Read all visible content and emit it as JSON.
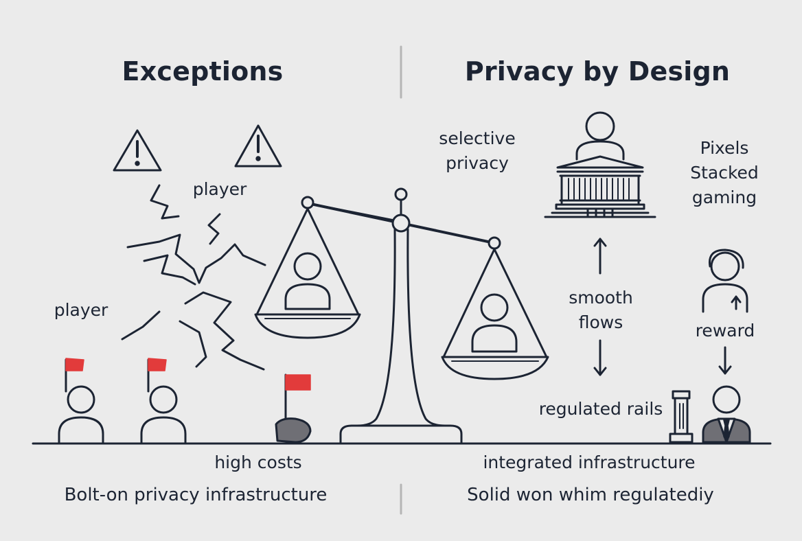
{
  "left_panel": {
    "heading": "Exceptions",
    "label_top": "player",
    "label_left": "player",
    "label_costs": "high costs",
    "caption": "Bolt-on privacy infrastructure"
  },
  "right_panel": {
    "heading": "Privacy by Design",
    "label_selective_line1": "selective",
    "label_selective_line2": "privacy",
    "label_pixels_line1": "Pixels",
    "label_pixels_line2": "Stacked",
    "label_pixels_line3": "gaming",
    "label_smooth_line1": "smooth",
    "label_smooth_line2": "flows",
    "label_reward": "reward",
    "label_rails": "regulated rails",
    "label_infra": "integrated infrastructure",
    "caption": "Solid won whim regulatediy"
  },
  "colors": {
    "ink": "#1c2433",
    "flag": "#e23b3b",
    "background": "#ebebeb",
    "stone": "#6f6f75"
  }
}
